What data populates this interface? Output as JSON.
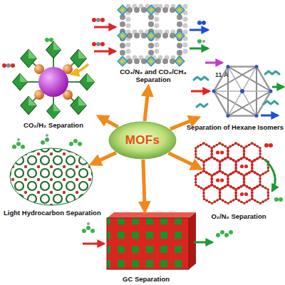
{
  "diagram": {
    "nodes": [
      {
        "text": [
          "CO₂/N₂ and CO₂/CH₄ Separation"
        ]
      },
      {
        "text": [
          "CO₂/H₂ Separation"
        ]
      },
      {
        "text": [
          "Separation of Hexane Isomers"
        ]
      },
      {
        "text": [
          "MOFs"
        ]
      },
      {
        "text": [
          "Light Hydrocarbon Separation"
        ]
      },
      {
        "text": [
          "O₂/N₂ Separation"
        ]
      },
      {
        "text": [
          "GC Separation"
        ]
      }
    ],
    "edges": [
      {
        "from": 3,
        "to": 0,
        "arrow": "to"
      },
      {
        "from": 3,
        "to": 1,
        "arrow": "to"
      },
      {
        "from": 3,
        "to": 2,
        "arrow": "to"
      },
      {
        "from": 3,
        "to": 4,
        "arrow": "to"
      },
      {
        "from": 3,
        "to": 5,
        "arrow": "to"
      },
      {
        "from": 3,
        "to": 6,
        "arrow": "to"
      }
    ],
    "labels": [
      "11 Å"
    ]
  }
}
